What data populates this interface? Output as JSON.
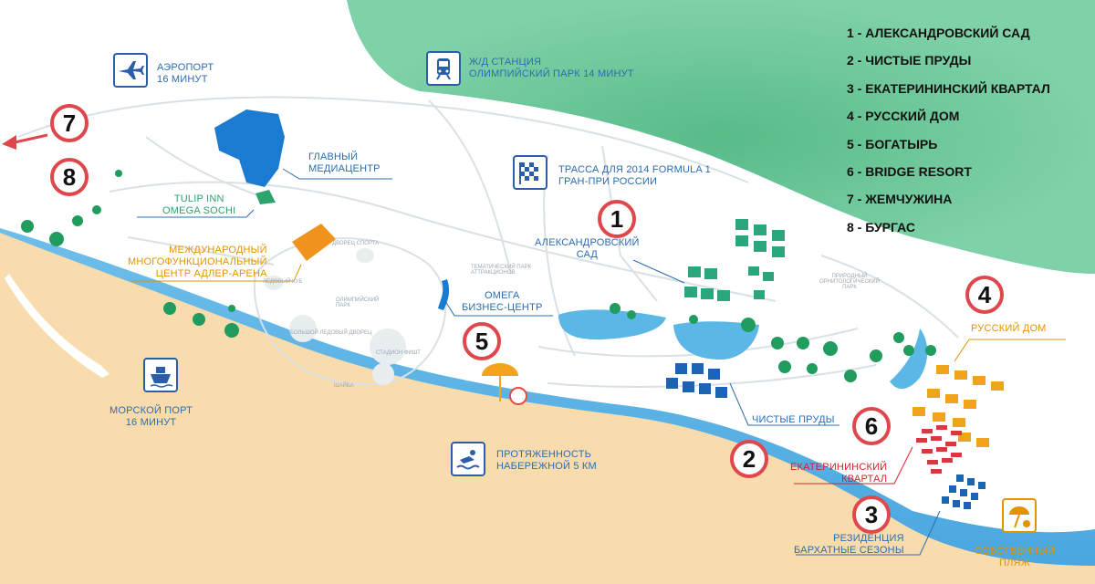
{
  "legend": [
    {
      "number": "1",
      "name": "АЛЕКСАНДРОВСКИЙ САД"
    },
    {
      "number": "2",
      "name": "ЧИСТЫЕ ПРУДЫ"
    },
    {
      "number": "3",
      "name": "ЕКАТЕРИНИНСКИЙ КВАРТАЛ"
    },
    {
      "number": "4",
      "name": "РУССКИЙ ДОМ"
    },
    {
      "number": "5",
      "name": "БОГАТЫРЬ"
    },
    {
      "number": "6",
      "name": "BRIDGE RESORT"
    },
    {
      "number": "7",
      "name": "ЖЕМЧУЖИНА"
    },
    {
      "number": "8",
      "name": "БУРГАС"
    }
  ],
  "markers": {
    "m1": "1",
    "m2": "2",
    "m3": "3",
    "m4": "4",
    "m5": "5",
    "m6": "6",
    "m7": "7",
    "m8": "8"
  },
  "labels": {
    "airport": [
      "АЭРОПОРТ",
      "16 МИНУТ"
    ],
    "railway": [
      "Ж/Д СТАНЦИЯ",
      "ОЛИМПИЙСКИЙ ПАРК 14 МИНУТ"
    ],
    "formula": [
      "ТРАССА ДЛЯ 2014 FORMULA 1",
      "ГРАН-ПРИ РОССИИ"
    ],
    "media": [
      "ГЛАВНЫЙ",
      "МЕДИАЦЕНТР"
    ],
    "tulip": [
      "TULIP INN",
      "OMEGA SOCHI"
    ],
    "adler": [
      "МЕЖДУНАРОДНЫЙ",
      "МНОГОФУНКЦИОНАЛЬНЫЙ",
      "ЦЕНТР АДЛЕР-АРЕНА"
    ],
    "omega": [
      "ОМЕГА",
      "БИЗНЕС-ЦЕНТР"
    ],
    "garden": [
      "АЛЕКСАНДРОВСКИЙ",
      "САД"
    ],
    "ponds": "ЧИСТЫЕ ПРУДЫ",
    "ekat": [
      "ЕКАТЕРИНИНСКИЙ",
      "КВАРТАЛ"
    ],
    "russian": "РУССКИЙ ДОМ",
    "seaport": [
      "МОРСКОЙ ПОРТ",
      "16 МИНУТ"
    ],
    "embankment": [
      "ПРОТЯЖЕННОСТЬ",
      "НАБЕРЕЖНОЙ 5 КМ"
    ],
    "velvet": [
      "РЕЗИДЕНЦИЯ",
      "БАРХАТНЫЕ СЕЗОНЫ"
    ],
    "beach": [
      "СОБСТВЕННЫЙ",
      "ПЛЯЖ"
    ],
    "olympic_park": [
      "ОЛИМПИЙСКИЙ",
      "ПАРК"
    ],
    "theme_park": [
      "ТЕМАТИЧЕСКИЙ ПАРК",
      "АТТРАКЦИОНОВ"
    ],
    "ornitho": [
      "ПРИРОДНЫЙ",
      "ОРНИТОЛОГИЧЕСКИЙ",
      "ПАРК"
    ],
    "tiny": [
      "ДВОРЕЦ СПОРТА",
      "ЛЕДОВЫЙ КУБ",
      "БОЛЬШОЙ ЛЕДОВЫЙ ДВОРЕЦ",
      "СТАДИОН ФИШТ",
      "ШАЙБА"
    ]
  },
  "colors": {
    "sea": "#62b8e8",
    "land": "#ffffff",
    "forest": "#6ec898",
    "sand": "#f8dcae",
    "accent_blue": "#2b6cb0",
    "accent_orange": "#e39300",
    "marker_red": "#e0474c",
    "title_red": "#d2232a"
  },
  "icons": [
    "airplane-icon",
    "train-icon",
    "race-flag-icon",
    "ship-icon",
    "swimmer-icon",
    "beach-umbrella-icon",
    "arrow-left-icon"
  ]
}
